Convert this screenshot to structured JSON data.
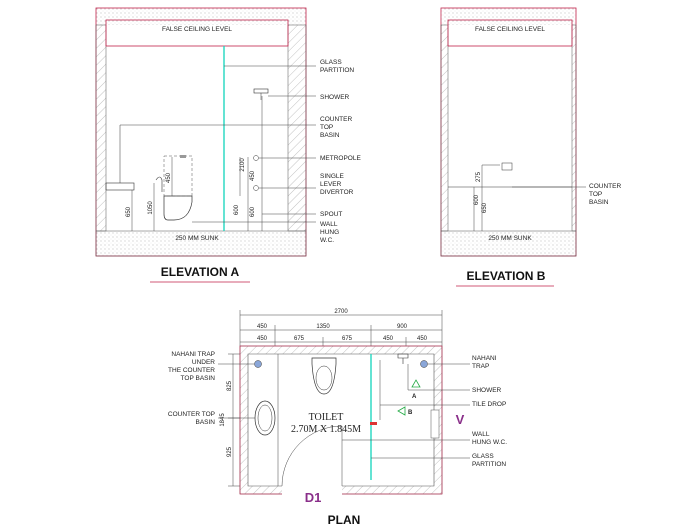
{
  "elevation_a": {
    "title": "ELEVATION A",
    "ceiling_label": "FALSE CEILING LEVEL",
    "floor_label": "250 MM SUNK",
    "callouts": [
      [
        "GLASS",
        "PARTITION"
      ],
      [
        "SHOWER"
      ],
      [
        "COUNTER",
        "TOP",
        "BASIN"
      ],
      [
        "METROPOLE"
      ],
      [
        "SINGLE",
        "LEVER",
        "DIVERTOR"
      ],
      [
        "SPOUT"
      ],
      [
        "WALL",
        "HUNG",
        "W.C."
      ]
    ],
    "dims": [
      "650",
      "1050",
      "450",
      "600",
      "2100",
      "450",
      "600"
    ]
  },
  "elevation_b": {
    "title": "ELEVATION B",
    "ceiling_label": "FALSE CEILING LEVEL",
    "floor_label": "250 MM SUNK",
    "callouts": [
      [
        "COUNTER",
        "TOP",
        "BASIN"
      ]
    ],
    "dims": [
      "275",
      "650",
      "600"
    ]
  },
  "plan": {
    "title": "PLAN",
    "room_name": "TOILET",
    "room_size": "2.70M X 1.845M",
    "door_tag": "D1",
    "ventilator_tag": "V",
    "overall_width": "2700",
    "dims_row1": [
      "450",
      "1350",
      "900"
    ],
    "dims_row2": [
      "450",
      "675",
      "675",
      "450",
      "450"
    ],
    "dims_left": [
      "825",
      "1845",
      "925"
    ],
    "section_marks": [
      "A",
      "B"
    ],
    "left_callouts": [
      [
        "NAHANI TRAP",
        "UNDER",
        "THE COUNTER",
        "TOP BASIN"
      ],
      [
        "COUNTER TOP",
        "BASIN"
      ]
    ],
    "right_callouts": [
      [
        "NAHANI",
        "TRAP"
      ],
      [
        "SHOWER"
      ],
      [
        "TILE DROP"
      ],
      [
        "WALL",
        "HUNG W.C."
      ],
      [
        "GLASS",
        "PARTITION"
      ]
    ]
  },
  "colors": {
    "wall_outline": "#c0224a",
    "glass": "#22d7c0",
    "tag_purple": "#8a2f8a",
    "mark_green": "#22aa44",
    "title_underline": "#c0224a"
  }
}
